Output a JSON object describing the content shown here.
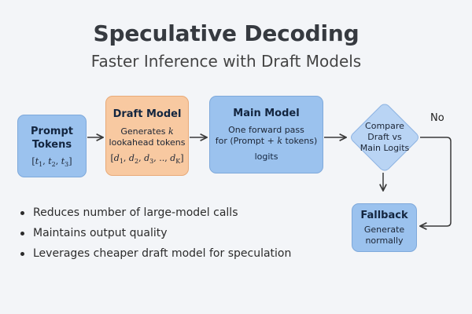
{
  "title": "Speculative Decoding",
  "subtitle": "Faster Inference with Draft Models",
  "nodes": {
    "prompt": {
      "head": "Prompt Tokens",
      "tokens": [
        "t",
        "1",
        ", ",
        "t",
        "2",
        ", ",
        "t",
        "3"
      ]
    },
    "draft": {
      "head": "Draft Model",
      "line1_prefix": "Generates ",
      "line1_var": "k",
      "line2": "lookahead tokens",
      "tokens": [
        "d",
        "1",
        ", ",
        "d",
        "2",
        ", ",
        "d",
        "3",
        ", .., ",
        "d",
        "K"
      ]
    },
    "main": {
      "head": "Main Model",
      "line1": "One forward pass",
      "line2_prefix": "for (Prompt + ",
      "line2_var": "k",
      "line2_suffix": " tokens)",
      "line3": "logits"
    },
    "compare": {
      "line1": "Compare",
      "line2": "Draft vs",
      "line3": "Main Logits"
    },
    "fallback": {
      "head": "Fallback",
      "line1": "Generate",
      "line2": "normally"
    }
  },
  "edge_labels": {
    "no": "No"
  },
  "bullets": [
    "Reduces number of large-model calls",
    "Maintains output quality",
    "Leverages cheaper draft model for speculation"
  ],
  "colors": {
    "blue_box": "#9bc2ee",
    "orange_box": "#f8c9a1",
    "arrow": "#3a3a3a"
  }
}
